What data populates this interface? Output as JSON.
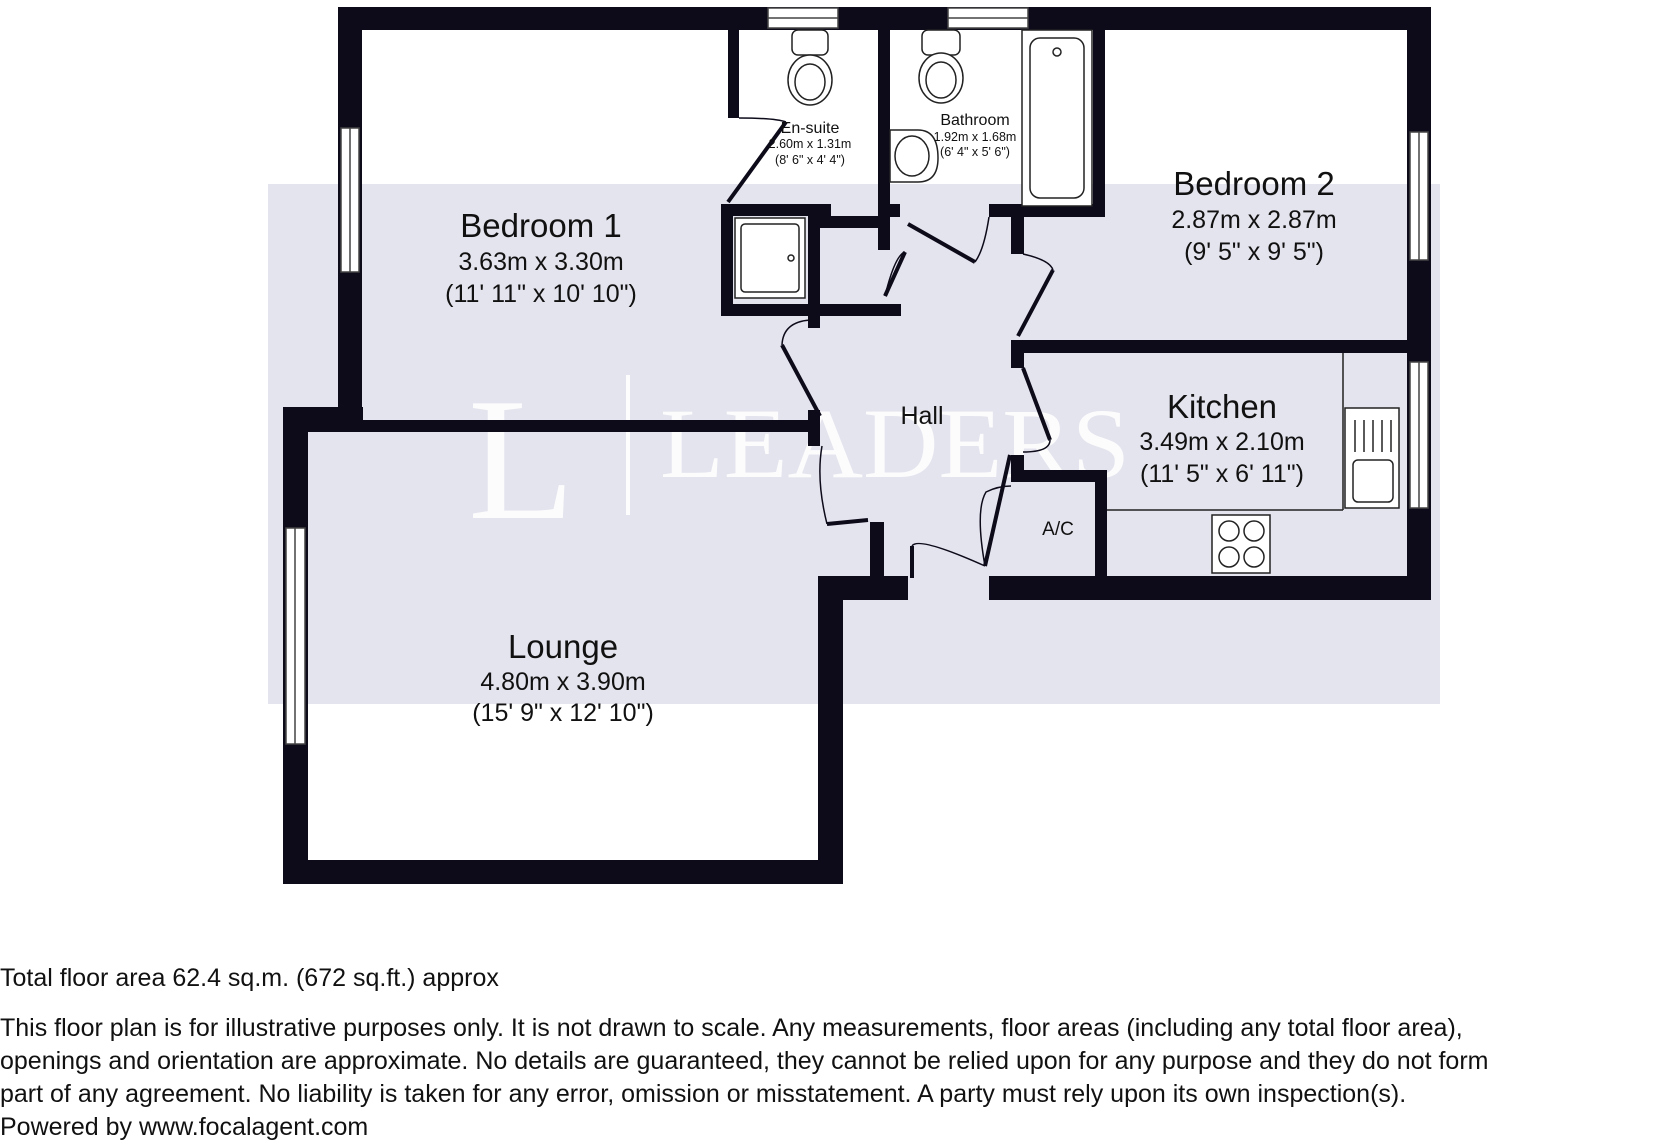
{
  "rooms": {
    "bedroom1": {
      "name": "Bedroom 1",
      "metric": "3.63m x 3.30m",
      "imperial": "(11' 11\" x 10' 10\")"
    },
    "bedroom2": {
      "name": "Bedroom 2",
      "metric": "2.87m x 2.87m",
      "imperial": "(9' 5\" x 9' 5\")"
    },
    "ensuite": {
      "name": "En-suite",
      "metric": "2.60m x 1.31m",
      "imperial": "(8' 6\" x 4' 4\")"
    },
    "bathroom": {
      "name": "Bathroom",
      "metric": "1.92m x 1.68m",
      "imperial": "(6' 4\" x 5' 6\")"
    },
    "kitchen": {
      "name": "Kitchen",
      "metric": "3.49m x 2.10m",
      "imperial": "(11' 5\" x 6' 11\")"
    },
    "lounge": {
      "name": "Lounge",
      "metric": "4.80m x 3.90m",
      "imperial": "(15' 9\" x 12' 10\")"
    },
    "hall": {
      "name": "Hall"
    },
    "ac": {
      "name": "A/C"
    }
  },
  "watermark": {
    "letter": "L",
    "brand": "LEADERS"
  },
  "colors": {
    "wall": "#0d0a1a",
    "band": "#e4e4ee"
  },
  "footer": {
    "total_area": "Total floor area 62.4 sq.m. (672 sq.ft.) approx",
    "disclaimer_lines": [
      "This floor plan is for illustrative purposes only. It is not drawn to scale. Any measurements, floor areas (including any total floor area),",
      "openings and orientation are approximate. No details are guaranteed, they cannot be relied upon for any purpose and they do not form",
      "part of any agreement. No liability is taken for any error, omission or misstatement. A party must rely upon its own inspection(s).",
      "Powered by www.focalagent.com"
    ]
  }
}
